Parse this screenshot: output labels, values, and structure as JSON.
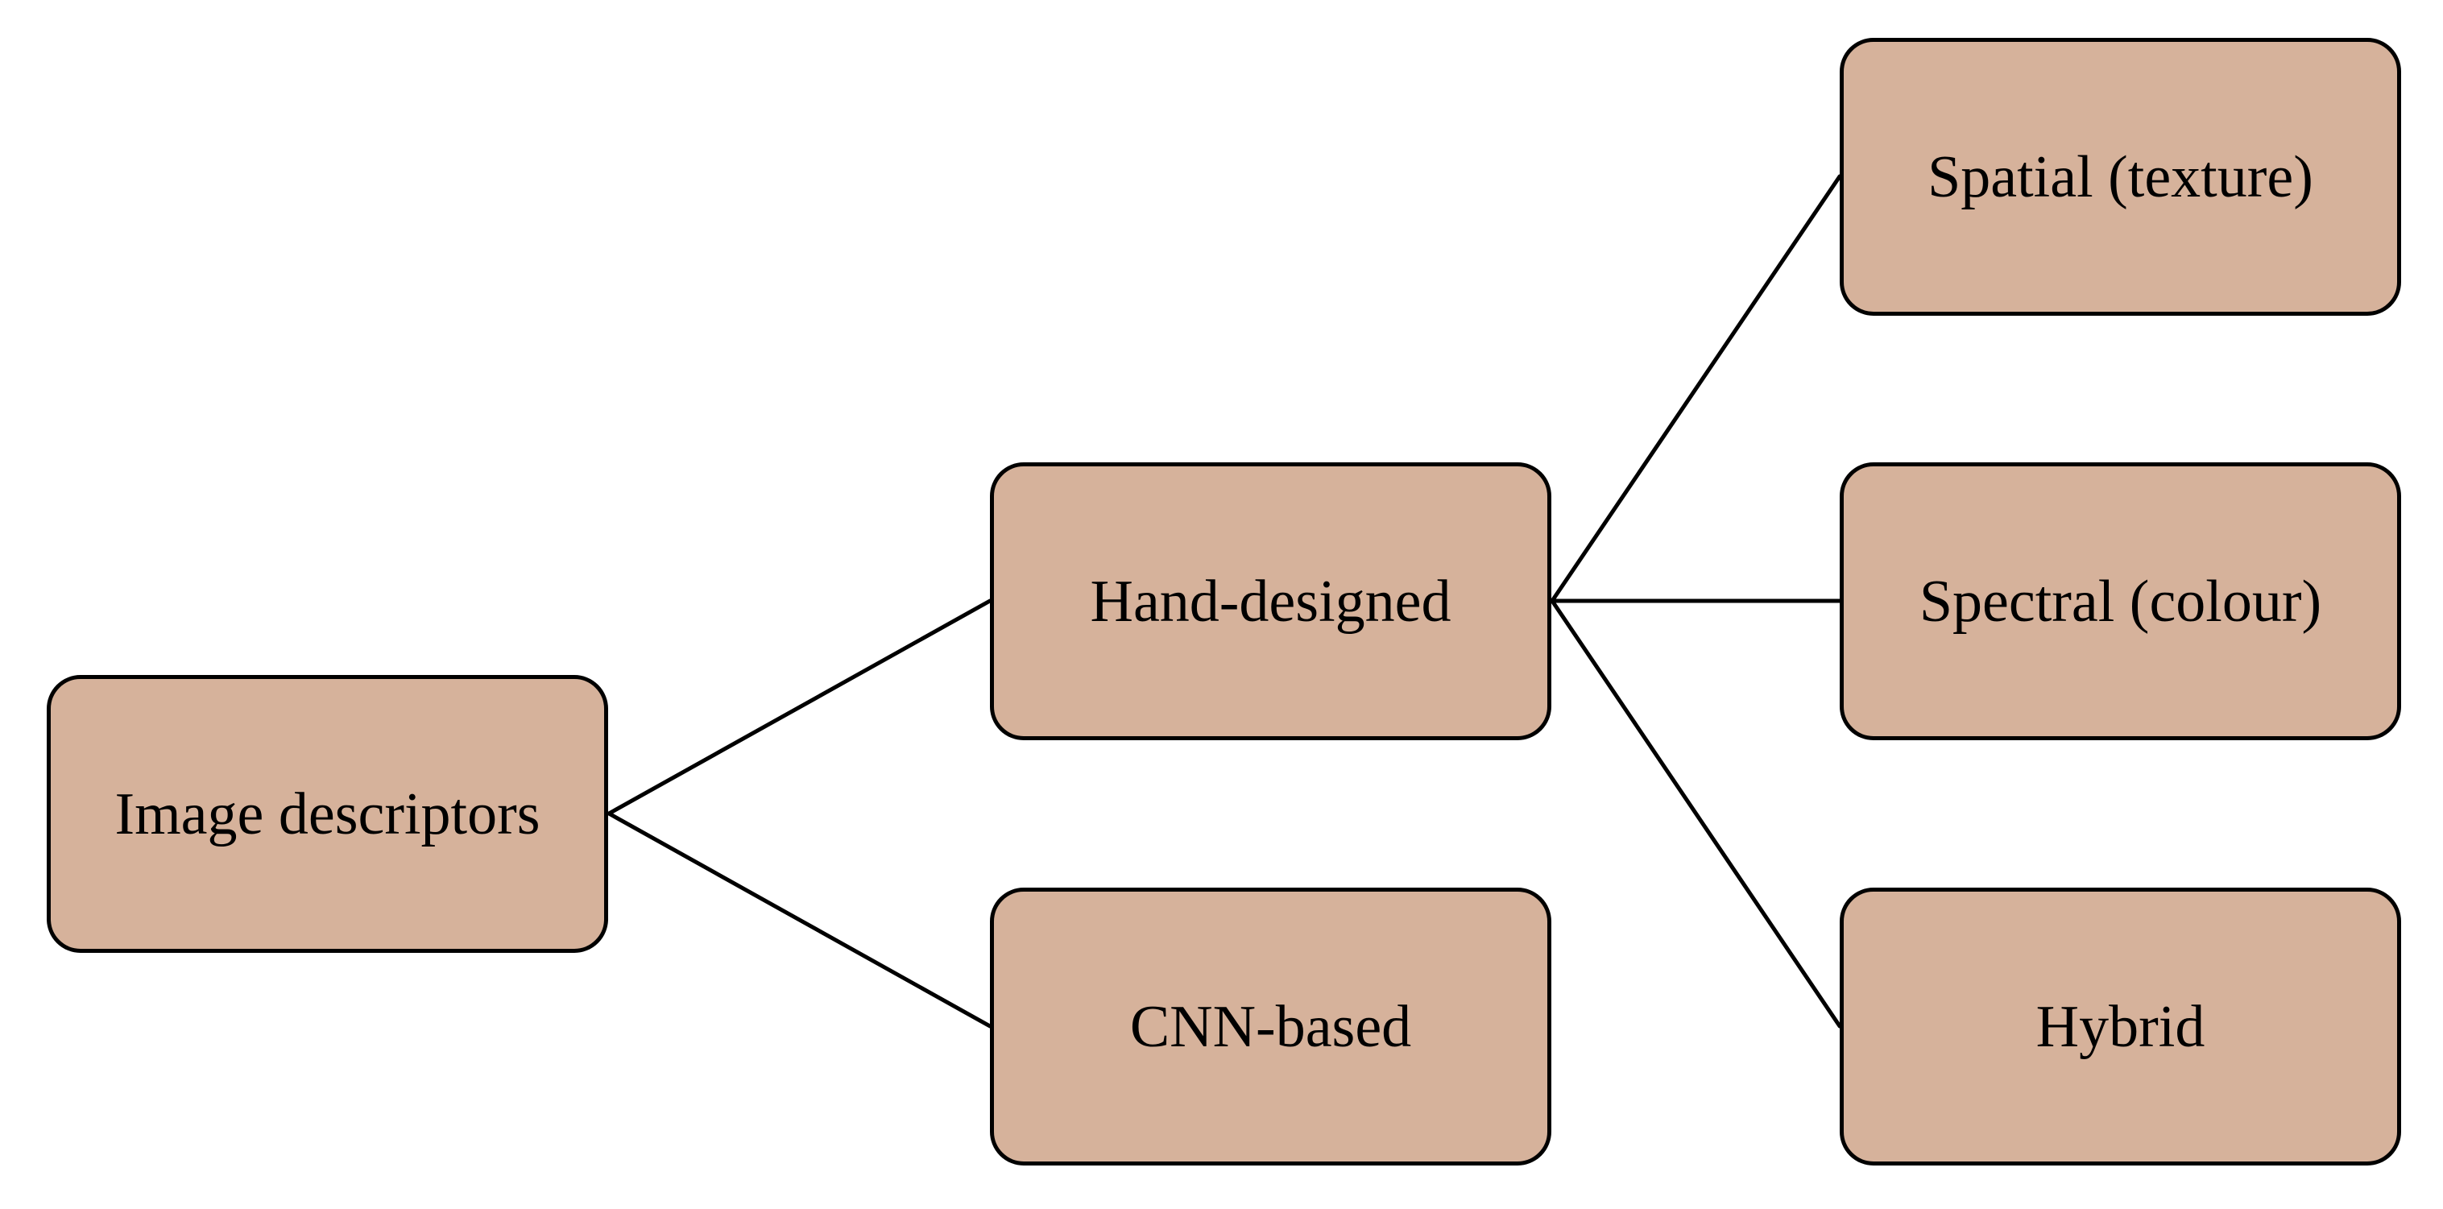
{
  "colors": {
    "box_fill": "#d6b29b",
    "stroke": "#000000",
    "background": "#ffffff"
  },
  "nodes": {
    "root": {
      "label": "Image descriptors"
    },
    "hand_designed": {
      "label": "Hand-designed"
    },
    "cnn_based": {
      "label": "CNN-based"
    },
    "spatial": {
      "label": "Spatial (texture)"
    },
    "spectral": {
      "label": "Spectral (colour)"
    },
    "hybrid": {
      "label": "Hybrid"
    }
  },
  "edges": [
    {
      "from": "root",
      "to": "hand_designed"
    },
    {
      "from": "root",
      "to": "cnn_based"
    },
    {
      "from": "hand_designed",
      "to": "spatial"
    },
    {
      "from": "hand_designed",
      "to": "spectral"
    },
    {
      "from": "hand_designed",
      "to": "hybrid"
    }
  ]
}
